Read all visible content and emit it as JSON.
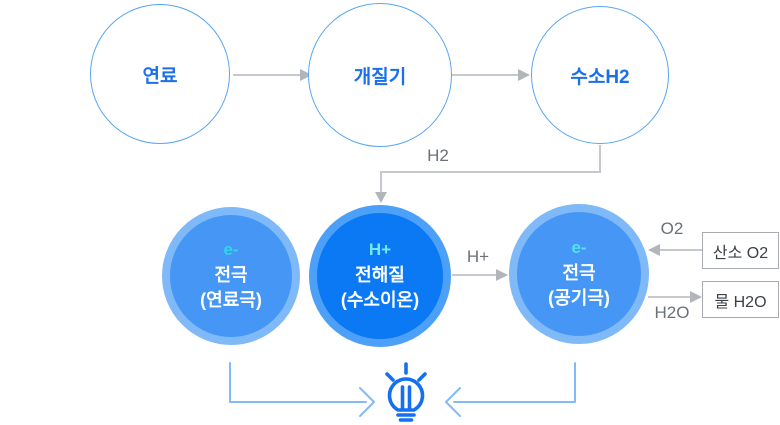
{
  "top_row": [
    {
      "id": "fuel",
      "label": "연료"
    },
    {
      "id": "reformer",
      "label": "개질기"
    },
    {
      "id": "hydrogen",
      "label": "수소H2"
    }
  ],
  "middle_row": [
    {
      "id": "electrode-fuel",
      "charge": "e-",
      "name": "전극",
      "sub": "(연료극)"
    },
    {
      "id": "electrolyte",
      "charge": "H+",
      "name": "전해질",
      "sub": "(수소이온)"
    },
    {
      "id": "electrode-air",
      "charge": "e-",
      "name": "전극",
      "sub": "(공기극)"
    }
  ],
  "flow_labels": {
    "h2": "H2",
    "h_plus": "H+",
    "o2": "O2",
    "h2o": "H2O"
  },
  "side_boxes": [
    {
      "id": "oxygen-input",
      "label": "산소 O2"
    },
    {
      "id": "water-output",
      "label": "물 H2O"
    }
  ],
  "icons": {
    "lightbulb": "bulb-outline-with-rays"
  },
  "colors": {
    "top_border": "#58A6F3",
    "top_text": "#1B6FE8",
    "outer_ring": "#7FB9F7",
    "outer_fill": "#4697F5",
    "mid_ring": "#4DA0F8",
    "mid_fill": "#0B78F4",
    "charge_left": "#33D4EA",
    "charge_mid": "#74E9F6",
    "charge_right": "#55E0F1",
    "gray_line": "#C5C8CC",
    "gray_head": "#B2B6BA",
    "label_gray": "#6B7178",
    "box_border": "#A8ABAF",
    "box_text": "#3B4148",
    "bracket_blue": "#82BAF8",
    "bulb_blue": "#1470EE"
  }
}
